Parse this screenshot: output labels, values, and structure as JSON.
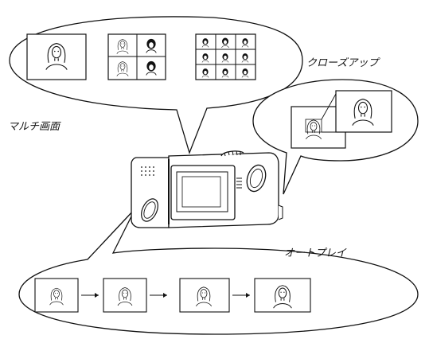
{
  "labels": {
    "multi_screen": "マルチ画面",
    "close_up": "クローズアップ",
    "auto_play": "オートプレイ"
  }
}
